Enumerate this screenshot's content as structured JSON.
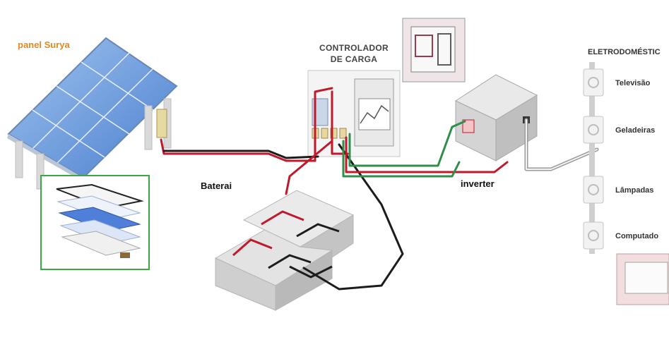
{
  "labels": {
    "panel": "panel Surya",
    "battery": "Baterai",
    "inverter": "inverter",
    "controller_line1": "CONTROLADOR",
    "controller_line2": "DE CARGA"
  },
  "appliances": {
    "heading": "ELETRODOMÉSTIC",
    "items": [
      "Televisão",
      "Geladeiras",
      "Lâmpadas",
      "Computado"
    ]
  },
  "colors": {
    "panel_blue": "#5b8fd6",
    "inset_border": "#3aa845",
    "wire_red": "#c0192b",
    "wire_green": "#2f8f4a",
    "wire_black": "#1c1c1c",
    "label_orange": "#e08a22"
  }
}
